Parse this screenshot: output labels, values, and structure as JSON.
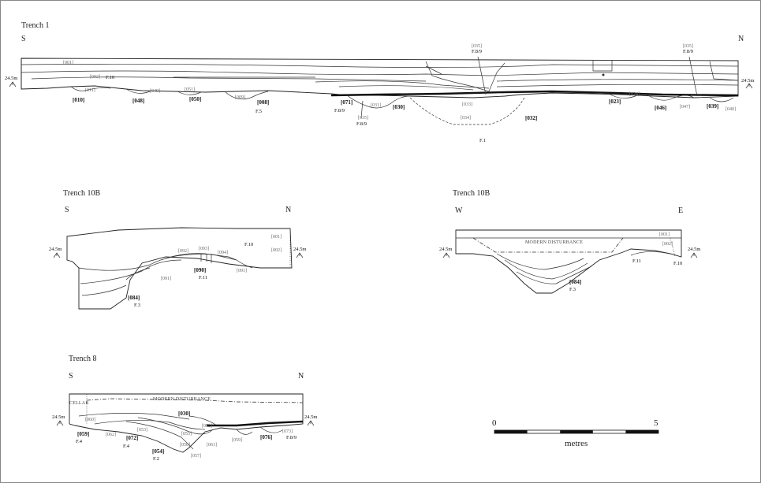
{
  "trench1": {
    "title": "Trench 1",
    "left": "S",
    "right": "N",
    "datum_left": "24.5m",
    "datum_right": "24.5m",
    "contexts": [
      "[001]",
      "[002]",
      "[011]",
      "[049]",
      "[051]",
      "[009]",
      "[033]",
      "[034]",
      "[035]",
      "[031]",
      "[035]",
      "[024]",
      "[047]",
      "[035]",
      "[040]"
    ],
    "cuts": [
      "[010]",
      "[048]",
      "[050]",
      "[008]",
      "[071]",
      "[030]",
      "[032]",
      "[023]",
      "[046]",
      "[039]"
    ],
    "features": [
      "F.10",
      "F.5",
      "F.8/9",
      "F.8/9",
      "F.1",
      "F.8/9",
      "F.8/9"
    ]
  },
  "trench10b_sn": {
    "title": "Trench 10B",
    "left": "S",
    "right": "N",
    "datum_left": "24.5m",
    "datum_right": "24.5m",
    "contexts": [
      "[001]",
      "[002]",
      "[092]",
      "[093]",
      "[094]",
      "[091]",
      "[091]"
    ],
    "cuts": [
      "[090]",
      "[084]"
    ],
    "features": [
      "F.10",
      "F.11",
      "F.3"
    ]
  },
  "trench10b_we": {
    "title": "Trench 10B",
    "left": "W",
    "right": "E",
    "datum_left": "24.5m",
    "datum_right": "24.5m",
    "note": "MODERN DISTURBANCE",
    "contexts": [
      "[001]",
      "[002]"
    ],
    "cuts": [
      "[084]"
    ],
    "features": [
      "F.11",
      "F.10",
      "F.3"
    ]
  },
  "trench8": {
    "title": "Trench 8",
    "left": "S",
    "right": "N",
    "datum_left": "24.5m",
    "datum_right": "24.5m",
    "note_cellar": "CELLAR",
    "note_modern": "MODERN DISTURBANCE",
    "contexts": [
      "[060]",
      "[062]",
      "[053]",
      "[055]",
      "[052]",
      "[056]",
      "[061]",
      "[057]",
      "[059]",
      "[073]"
    ],
    "cuts": [
      "[030]",
      "[059]",
      "[072]",
      "[054]",
      "[076]"
    ],
    "features": [
      "F.4",
      "F.4",
      "F.2",
      "F.8/9"
    ]
  },
  "scale": {
    "min": "0",
    "max": "5",
    "unit": "metres"
  }
}
